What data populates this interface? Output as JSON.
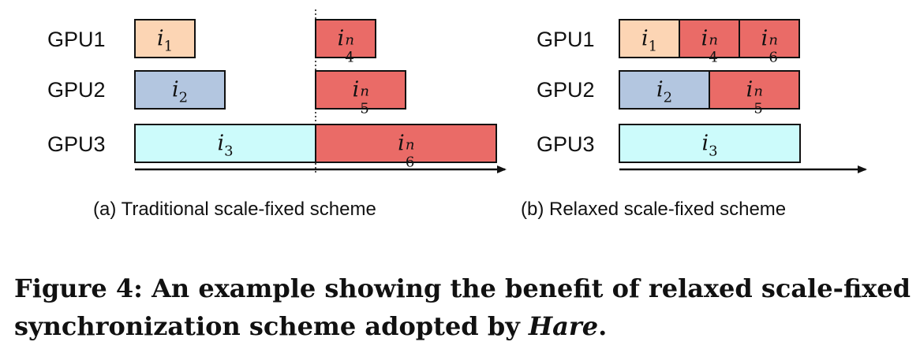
{
  "panel_a": {
    "caption": "(a) Traditional scale-fixed scheme",
    "gpus": [
      "GPU1",
      "GPU2",
      "GPU3"
    ],
    "tasks": [
      {
        "id": "a-i1",
        "base": "i",
        "sub": "1",
        "sup": "",
        "color": "#fcd5b4"
      },
      {
        "id": "a-i2",
        "base": "i",
        "sub": "2",
        "sup": "",
        "color": "#b3c6e0"
      },
      {
        "id": "a-i3",
        "base": "i",
        "sub": "3",
        "sup": "",
        "color": "#ccfbfb"
      },
      {
        "id": "a-i4n",
        "base": "i",
        "sub": "4",
        "sup": "n",
        "color": "#ea6b67"
      },
      {
        "id": "a-i5n",
        "base": "i",
        "sub": "5",
        "sup": "n",
        "color": "#ea6b67"
      },
      {
        "id": "a-i6n",
        "base": "i",
        "sub": "6",
        "sup": "n",
        "color": "#ea6b67"
      }
    ]
  },
  "panel_b": {
    "caption": "(b) Relaxed scale-fixed scheme",
    "gpus": [
      "GPU1",
      "GPU2",
      "GPU3"
    ],
    "tasks": [
      {
        "id": "b-i1",
        "base": "i",
        "sub": "1",
        "sup": "",
        "color": "#fcd5b4"
      },
      {
        "id": "b-i4n",
        "base": "i",
        "sub": "4",
        "sup": "n",
        "color": "#ea6b67"
      },
      {
        "id": "b-i6n",
        "base": "i",
        "sub": "6",
        "sup": "n",
        "color": "#ea6b67"
      },
      {
        "id": "b-i2",
        "base": "i",
        "sub": "2",
        "sup": "",
        "color": "#b3c6e0"
      },
      {
        "id": "b-i5n",
        "base": "i",
        "sub": "5",
        "sup": "n",
        "color": "#ea6b67"
      },
      {
        "id": "b-i3",
        "base": "i",
        "sub": "3",
        "sup": "",
        "color": "#ccfbfb"
      }
    ]
  },
  "figure_caption": {
    "prefix": "Figure 4:  An example showing the benefit of relaxed scale-fixed synchronization scheme adopted by ",
    "emphasis": "Hare",
    "suffix": "."
  }
}
